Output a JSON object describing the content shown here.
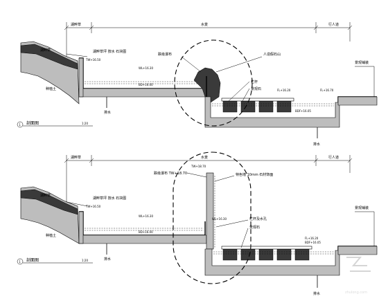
{
  "section1": {
    "dim_left": "湖畔草",
    "dim_mid": "水景",
    "dim_right": "行人道",
    "labels": {
      "slope": "湖畔草",
      "wall_note": "湖畔草坪 按水 石块图",
      "tw": "TW+16.50",
      "wl": "WL+16.30",
      "bd": "BD+16.00",
      "soil": "种植土",
      "pump": "排水",
      "cascade": "跌级瀑布",
      "rockery": "人造假石山",
      "rail": "栏杆",
      "stone": "景观石",
      "fl": "FL+16.20",
      "fl2": "FL+16.70",
      "bdf": "BDF+16.05",
      "pave": "景观铺装",
      "drain": "排水"
    },
    "title": "剖面图",
    "scale": "1:20"
  },
  "section2": {
    "dim_left": "湖畔草",
    "dim_mid": "水景",
    "dim_right": "行人道",
    "labels": {
      "slope": "湖畔草",
      "wall_note": "湖畔草坪 按水 石块图",
      "tw": "TW+16.50",
      "wl": "WL+16.30",
      "bd": "BD+16.00",
      "soil": "种植土",
      "pump": "排水",
      "wall_top": "TW+18.70",
      "cascade": "跌级瀑布 TW+18.70",
      "feature": "特色墙 10mm 石材饰面",
      "wl2": "WL+16.30",
      "rail": "栏杆及水孔",
      "stone": "景观石",
      "fl": "FL+16.20",
      "bdf": "BDF+16.05",
      "pave": "景观铺装",
      "drain": "排水"
    },
    "title": "剖面图",
    "scale": "1:20"
  },
  "watermark": "zhulong.com"
}
